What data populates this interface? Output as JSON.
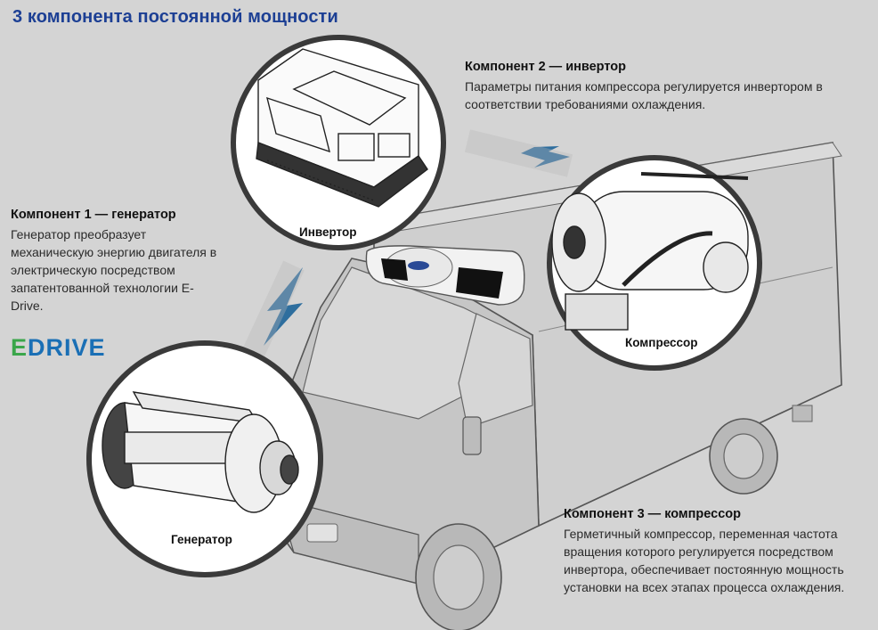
{
  "title": "3 компонента постоянной мощности",
  "generator": {
    "heading": "Компонент 1 — генератор",
    "body": "Генератор преобразует механическую энергию двигателя в электрическую посредством запатентованной технологии E-Drive.",
    "callout": "Генератор"
  },
  "inverter": {
    "heading": "Компонент 2 — инвертор",
    "body": "Параметры питания компрессора регулируется инвертором в соответствии требованиями охлаждения.",
    "callout": "Инвертор"
  },
  "compressor": {
    "heading": "Компонент 3 — компрессор",
    "body": "Герметичный компрессор, переменная частота вращения которого регулируется посредством инвертора, обеспечивает постоянную мощность установки на всех этапах процесса охлаждения.",
    "callout": "Компрессор"
  },
  "logo": {
    "text": "EDRIVE",
    "colors": {
      "e": "#3aa64a",
      "rest": "#1a6fb5"
    }
  },
  "colors": {
    "background": "#d4d4d4",
    "title": "#1c3f94",
    "lightning": "#2e6e9e",
    "truck_fill": "#c9c9c9",
    "truck_stroke": "#555555"
  }
}
